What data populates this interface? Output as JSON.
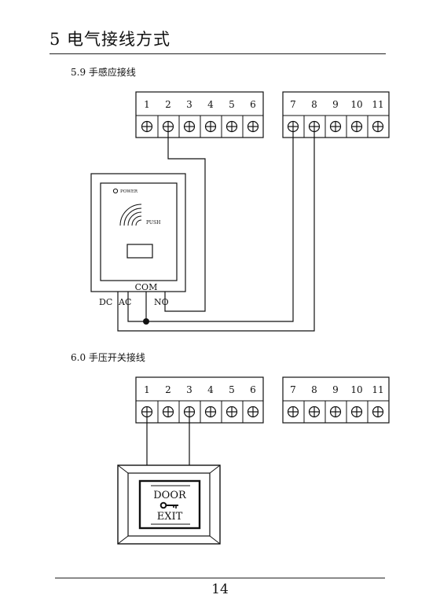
{
  "chapter": {
    "title": "5 电气接线方式"
  },
  "section1": {
    "title": "5.9 手感应接线",
    "block_left": [
      "1",
      "2",
      "3",
      "4",
      "5",
      "6"
    ],
    "block_right": [
      "7",
      "8",
      "9",
      "10",
      "11"
    ],
    "sensor": {
      "power_label": "POWER",
      "push_label": "PUSH",
      "com_label": "COM"
    },
    "terminals": {
      "dc": "DC",
      "ac": "AC",
      "no": "NO"
    }
  },
  "section2": {
    "title": "6.0 手压开关接线",
    "block_left": [
      "1",
      "2",
      "3",
      "4",
      "5",
      "6"
    ],
    "block_right": [
      "7",
      "8",
      "9",
      "10",
      "11"
    ],
    "button": {
      "top_label": "DOOR",
      "bottom_label": "EXIT"
    }
  },
  "page_number": "14"
}
